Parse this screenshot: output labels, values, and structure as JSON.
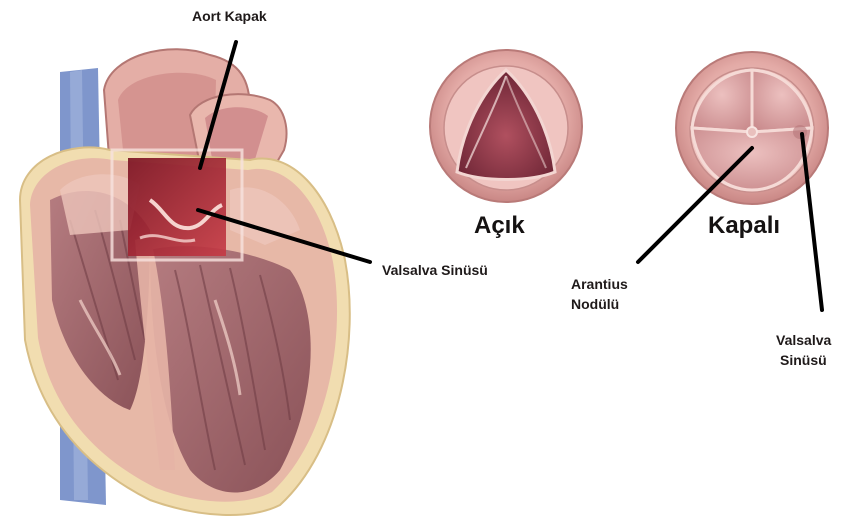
{
  "labels": {
    "aort_kapak": "Aort Kapak",
    "valsalva_sinusu_heart": "Valsalva Sinüsü",
    "acik": "Açık",
    "kapali": "Kapalı",
    "arantius_line1": "Arantius",
    "arantius_line2": "Nodülü",
    "valsalva_right_line1": "Valsalva",
    "valsalva_right_line2": "Sinüsü"
  },
  "colors": {
    "heart_wall_outer": "#e8b9a8",
    "heart_muscle": "#a86a6e",
    "heart_muscle_dark": "#7e4a50",
    "vena_cava": "#7e93c8",
    "aorta_inner": "#c97a7c",
    "zoom_box": "#a51d2d",
    "fat_layer": "#f0dcae",
    "valve_ring": "#e4b2ad",
    "valve_open_hole": "#8e3a48",
    "valve_closed_leaflet": "#d9a3a3",
    "pointer_line": "#000000"
  }
}
